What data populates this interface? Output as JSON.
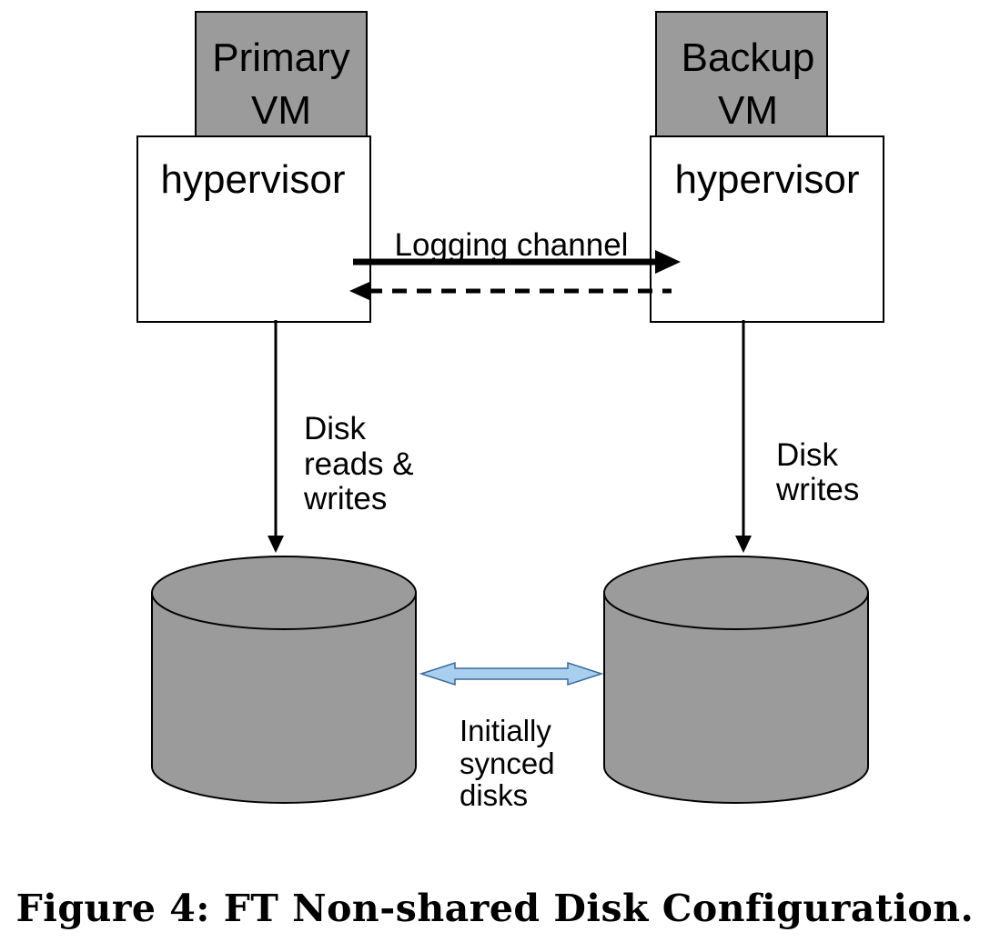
{
  "primary_vm": {
    "line1": "Primary",
    "line2": "VM"
  },
  "backup_vm": {
    "line1": "Backup",
    "line2": "VM"
  },
  "primary_hypervisor": "hypervisor",
  "backup_hypervisor": "hypervisor",
  "logging_channel": "Logging channel",
  "primary_disk_io": {
    "line1": "Disk",
    "line2": "reads &",
    "line3": "writes"
  },
  "backup_disk_io": {
    "line1": "Disk",
    "line2": "writes"
  },
  "sync_label": {
    "line1": "Initially",
    "line2": "synced",
    "line3": "disks"
  },
  "caption": "Figure 4: FT Non-shared Disk Configuration.",
  "colors": {
    "vm_fill": "#9b9b9b",
    "disk_fill": "#9b9b9b",
    "sync_arrow_fill": "#a9cfee",
    "sync_arrow_stroke": "#3a6a99"
  }
}
